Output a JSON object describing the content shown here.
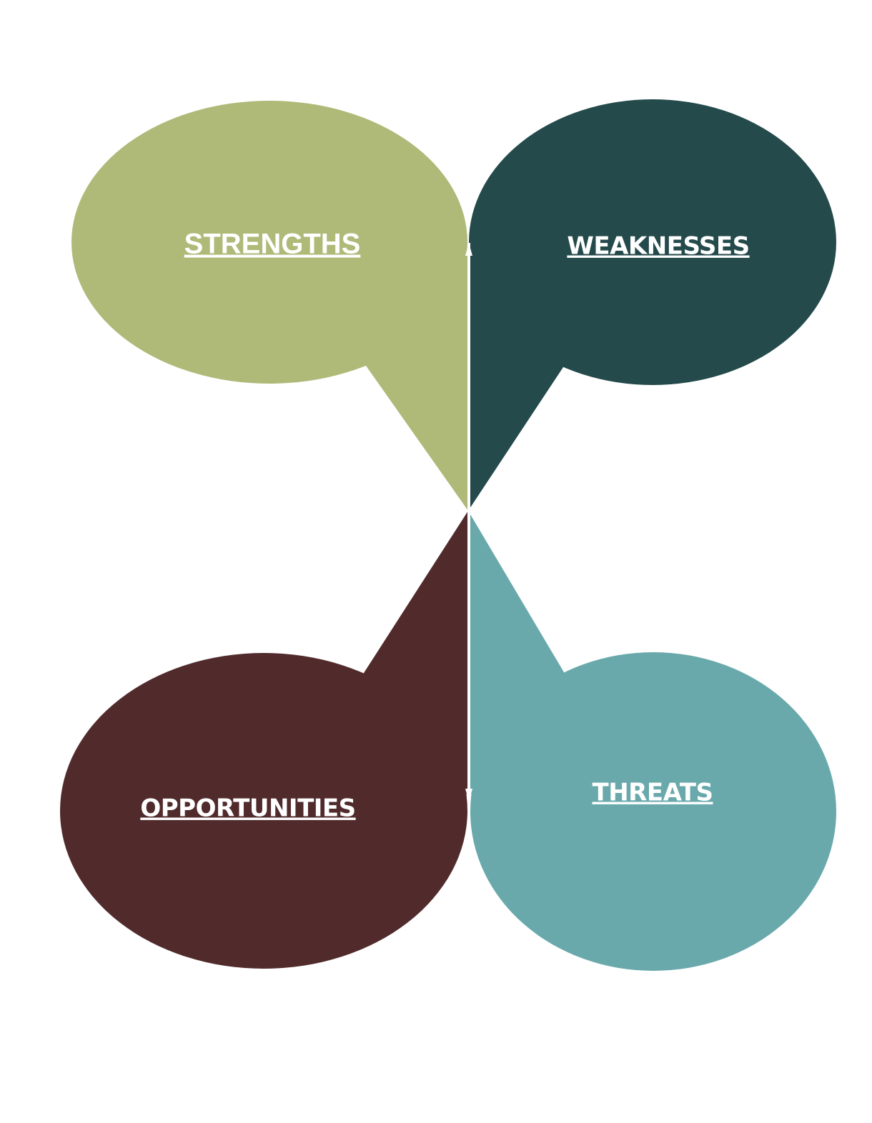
{
  "colors": {
    "strengths": "#AFB978",
    "weaknesses": "#244A4B",
    "opportunities": "#512B2C",
    "threats": "#69A9AC"
  },
  "quadrants": {
    "strengths": {
      "label": "STRENGTHS"
    },
    "weaknesses": {
      "label": "WEAKNESSES"
    },
    "opportunities": {
      "label": "OPPORTUNITIES"
    },
    "threats": {
      "label": "THREATS"
    }
  }
}
